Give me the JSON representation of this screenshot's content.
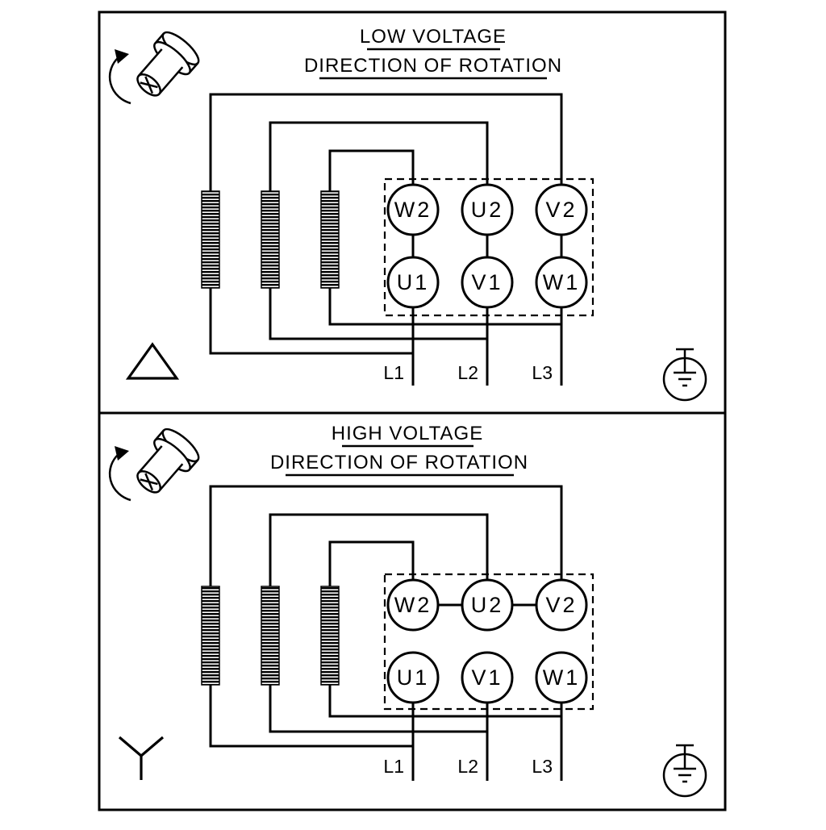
{
  "diagram": {
    "type": "motor-terminal-wiring",
    "colors": {
      "line": "#000000",
      "background": "#ffffff"
    },
    "panels": [
      {
        "id": "low-voltage",
        "title": "LOW VOLTAGE",
        "subtitle": "DIRECTION OF ROTATION",
        "connection": "delta",
        "terminals": {
          "top": [
            "W2",
            "U2",
            "V2"
          ],
          "bottom": [
            "U1",
            "V1",
            "W1"
          ]
        },
        "supply_lines": [
          "L1",
          "L2",
          "L3"
        ]
      },
      {
        "id": "high-voltage",
        "title": "HIGH VOLTAGE",
        "subtitle": "DIRECTION OF ROTATION",
        "connection": "star",
        "terminals": {
          "top": [
            "W2",
            "U2",
            "V2"
          ],
          "bottom": [
            "U1",
            "V1",
            "W1"
          ]
        },
        "supply_lines": [
          "L1",
          "L2",
          "L3"
        ]
      }
    ],
    "icons": {
      "rotation": "rotation-direction-icon",
      "delta": "delta-symbol-icon",
      "star": "star-symbol-icon",
      "ground": "ground-icon"
    }
  }
}
